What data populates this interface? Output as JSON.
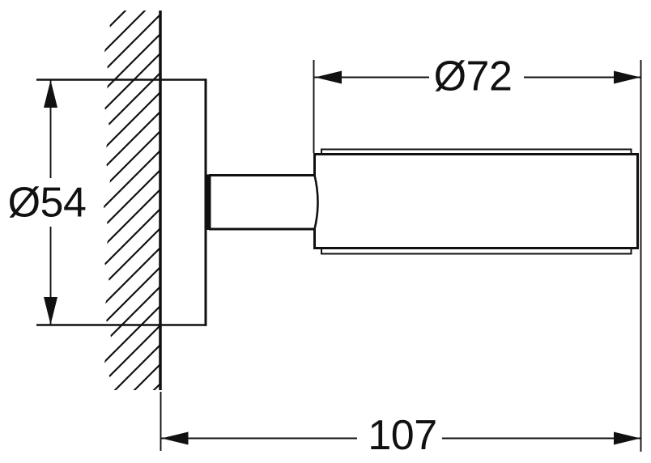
{
  "drawing": {
    "background_color": "#ffffff",
    "line_color": "#111111",
    "dimensions": {
      "plate_diameter": {
        "label": "Ø54",
        "value": 54
      },
      "ring_diameter": {
        "label": "Ø72",
        "value": 72
      },
      "wall_projection": {
        "label": "107",
        "value": 107
      }
    }
  }
}
